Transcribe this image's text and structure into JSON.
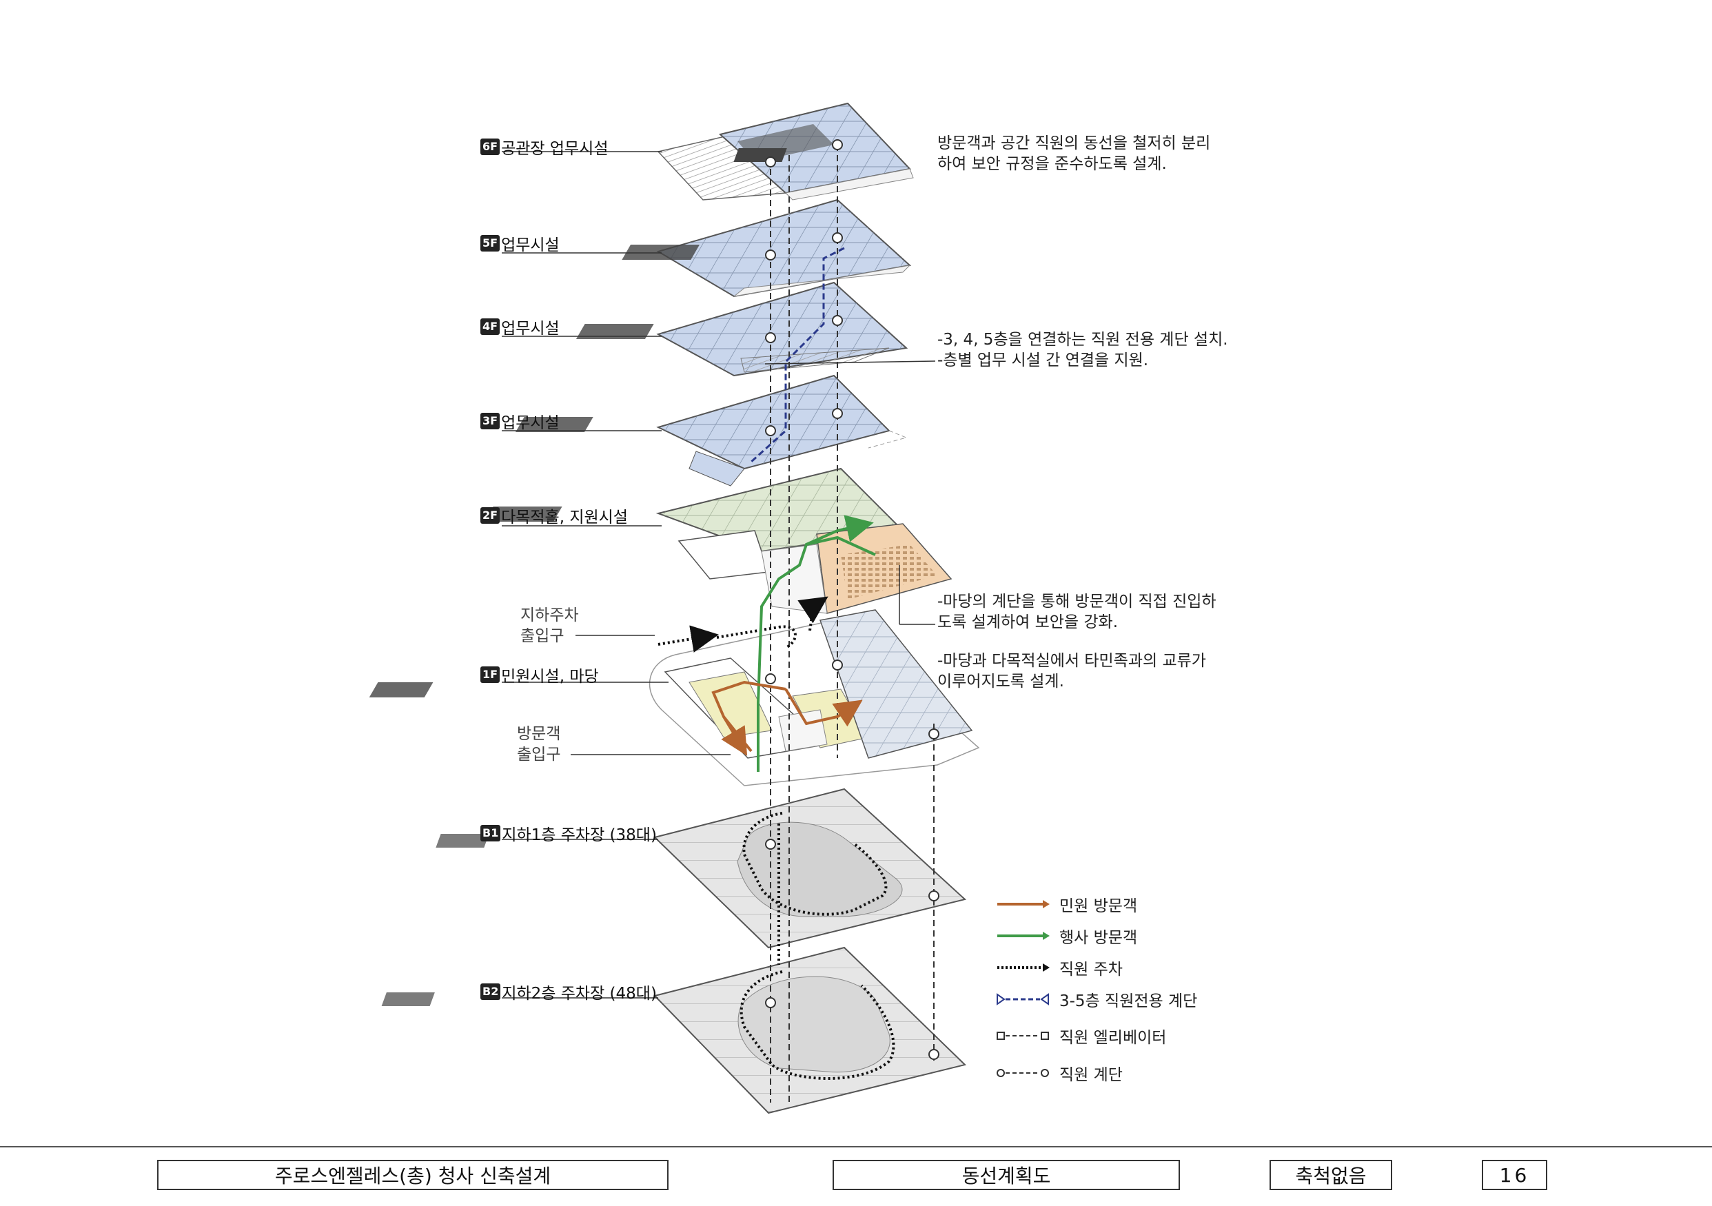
{
  "floors": [
    {
      "badge": "6F",
      "label": "공관장 업무시설"
    },
    {
      "badge": "5F",
      "label": "업무시설"
    },
    {
      "badge": "4F",
      "label": "업무시설"
    },
    {
      "badge": "3F",
      "label": "업무시설"
    },
    {
      "badge": "2F",
      "label": "다목적홀, 지원시설"
    },
    {
      "badge": "1F",
      "label": "민원시설, 마당"
    },
    {
      "badge": "B1",
      "label": "지하1층 주차장 (38대)"
    },
    {
      "badge": "B2",
      "label": "지하2층 주차장 (48대)"
    }
  ],
  "callouts": {
    "parking_entrance": [
      "지하주차",
      "출입구"
    ],
    "visitor_entrance": [
      "방문객",
      "출입구"
    ]
  },
  "notes": {
    "note_6f": [
      "방문객과 공간 직원의 동선을 철저히 분리",
      "하여 보안 규정을 준수하도록 설계."
    ],
    "note_stair": [
      "-3, 4, 5층을 연결하는 직원 전용 계단 설치.",
      "-층별 업무 시설 간 연결을 지원."
    ],
    "note_yard1": [
      "-마당의 계단을 통해 방문객이 직접 진입하",
      "도록 설계하여 보안을 강화."
    ],
    "note_yard2": [
      "-마당과 다목적실에서 타민족과의 교류가",
      "이루어지도록 설계."
    ]
  },
  "legend": [
    {
      "label": "민원 방문객",
      "color": "#b5652f",
      "style": "solid-arrow"
    },
    {
      "label": "행사 방문객",
      "color": "#3f9b48",
      "style": "solid-arrow"
    },
    {
      "label": "직원 주차",
      "color": "#111111",
      "style": "dotted-arrow"
    },
    {
      "label": "3-5층 직원전용 계단",
      "color": "#2b3a8c",
      "style": "dashed-triangle"
    },
    {
      "label": "직원 엘리베이터",
      "color": "#333333",
      "style": "dashed-square"
    },
    {
      "label": "직원 계단",
      "color": "#333333",
      "style": "dashed-circle"
    }
  ],
  "footer": {
    "project": "주로스엔젤레스(총) 청사 신축설계",
    "drawing": "동선계획도",
    "scale": "축척없음",
    "page": "16"
  },
  "colors": {
    "office_blue": "#c9d6ec",
    "hall_green": "#dfe9d3",
    "hall_orange": "#f3d3b0",
    "civil_yellow": "#f1efc0",
    "parking_gray": "#e6e6e6"
  }
}
